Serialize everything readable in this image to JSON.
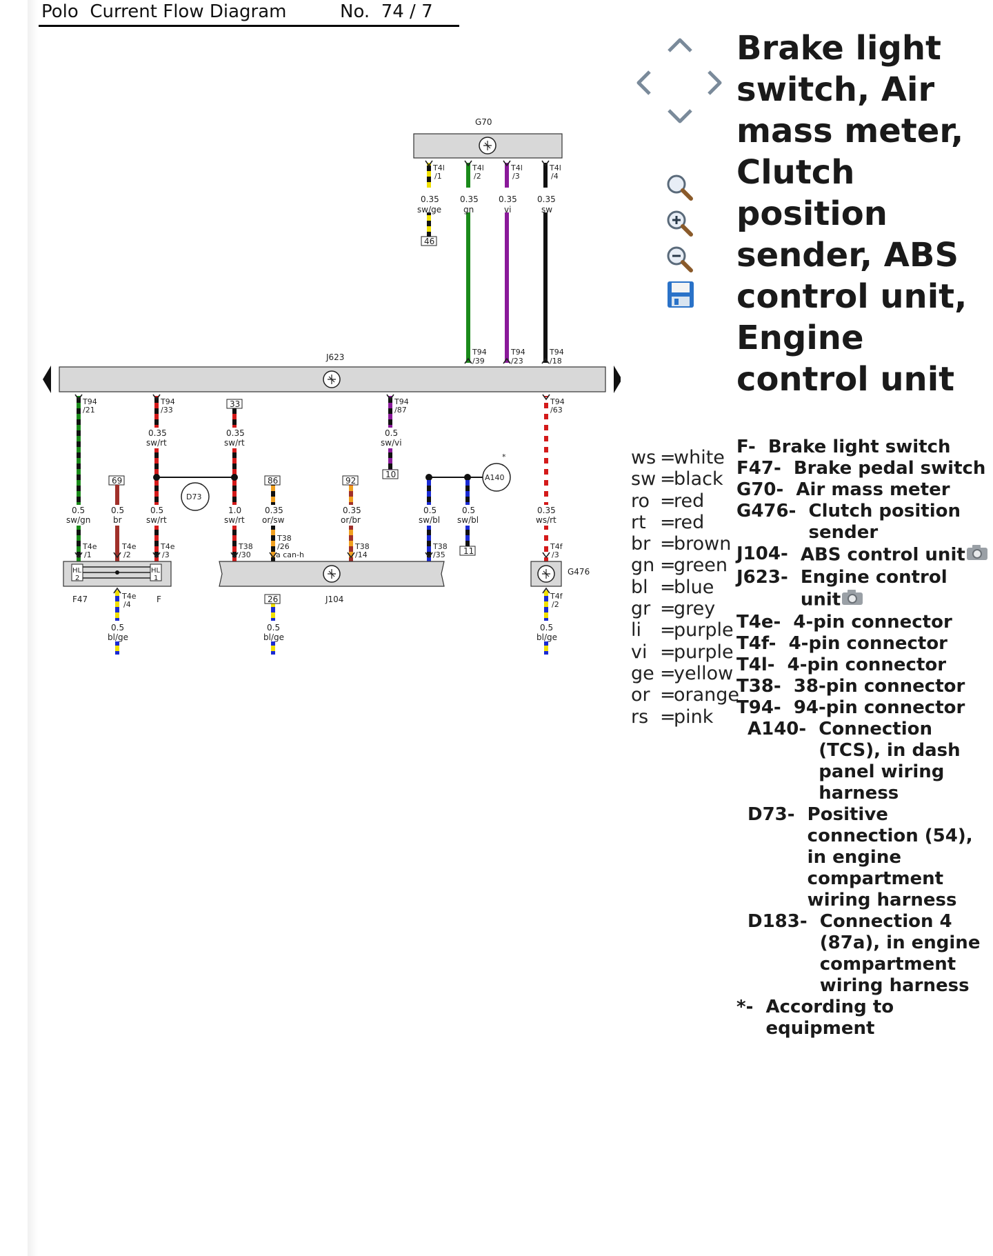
{
  "header": {
    "title": "Polo  Current Flow Diagram",
    "number": "No.  74 / 7"
  },
  "side_title": "Brake light switch, Air mass meter, Clutch position sender, ABS control unit, Engine control unit",
  "nav": {
    "icons": [
      "arrow-up-icon",
      "arrow-left-icon",
      "arrow-right-icon",
      "arrow-down-icon",
      "search-icon",
      "zoom-in-icon",
      "zoom-out-icon",
      "save-icon"
    ]
  },
  "colors": {
    "green": "#1a8a1a",
    "purple": "#8a1a9a",
    "red": "#d41a1a",
    "yellow": "#f0e000",
    "orange": "#f0a020",
    "blue": "#1a2ad4",
    "brown": "#a0302a",
    "black": "#111111",
    "component_fill": "#d8d8d8"
  },
  "color_legend": [
    {
      "k": "ws",
      "v": "white"
    },
    {
      "k": "sw",
      "v": "black"
    },
    {
      "k": "ro",
      "v": "red"
    },
    {
      "k": "rt",
      "v": "red"
    },
    {
      "k": "br",
      "v": "brown"
    },
    {
      "k": "gn",
      "v": "green"
    },
    {
      "k": "bl",
      "v": "blue"
    },
    {
      "k": "gr",
      "v": "grey"
    },
    {
      "k": "li",
      "v": "purple"
    },
    {
      "k": "vi",
      "v": "purple"
    },
    {
      "k": "ge",
      "v": "yellow"
    },
    {
      "k": "or",
      "v": "orange"
    },
    {
      "k": "rs",
      "v": "pink"
    }
  ],
  "parts": [
    {
      "code": "F-  ",
      "desc": "Brake light switch"
    },
    {
      "code": "F47-  ",
      "desc": "Brake pedal switch"
    },
    {
      "code": "G70-  ",
      "desc": "Air mass meter"
    },
    {
      "code": "G476-  ",
      "desc": "Clutch position sender"
    },
    {
      "code": "J104-  ",
      "desc": "ABS control unit",
      "camera": true
    },
    {
      "code": "J623-  ",
      "desc": "Engine control unit",
      "camera": true
    },
    {
      "code": "T4e-  ",
      "desc": "4-pin connector"
    },
    {
      "code": "T4f-  ",
      "desc": "4-pin connector"
    },
    {
      "code": "T4l-  ",
      "desc": "4-pin connector"
    },
    {
      "code": "T38-  ",
      "desc": "38-pin connector"
    },
    {
      "code": "T94-  ",
      "desc": "94-pin connector"
    },
    {
      "code": "A140-  ",
      "desc": "Connection (TCS), in dash panel wiring harness",
      "indent": true
    },
    {
      "code": "D73-  ",
      "desc": "Positive connection (54), in engine compartment wiring harness",
      "indent": true
    },
    {
      "code": "D183-  ",
      "desc": "Connection 4 (87a), in engine compartment wiring harness",
      "indent": true
    },
    {
      "code": "*-  ",
      "desc": "According to equipment"
    }
  ],
  "diagram": {
    "components": {
      "G70": "G70",
      "J623": "J623",
      "J104": "J104",
      "G476": "G476",
      "F47": "F47",
      "F": "F",
      "D73": "D73",
      "A140": "A140",
      "star": "*"
    },
    "g70_wires": [
      {
        "pin": "T4l\n/1",
        "size": "0.35",
        "color": "sw/ge",
        "ref": "46"
      },
      {
        "pin": "T4l\n/2",
        "size": "0.35",
        "color": "gn"
      },
      {
        "pin": "T4l\n/3",
        "size": "0.35",
        "color": "vi"
      },
      {
        "pin": "T4l\n/4",
        "size": "0.35",
        "color": "sw"
      }
    ],
    "j623_top_pins": [
      "T94\n/39",
      "T94\n/23",
      "T94\n/18"
    ],
    "j623_bottom_pins": [
      "T94\n/21",
      "T94\n/33",
      "33",
      "T94\n/87",
      "T94\n/63"
    ],
    "wire_labels": [
      {
        "size": "0.35",
        "color": "sw/rt"
      },
      {
        "size": "0.35",
        "color": "sw/rt"
      },
      {
        "size": "0.5",
        "color": "sw/vi"
      },
      {
        "size": "0.5",
        "color": "sw/gn"
      },
      {
        "size": "0.5",
        "color": "br"
      },
      {
        "size": "0.5",
        "color": "sw/rt"
      },
      {
        "size": "1.0",
        "color": "sw/rt"
      },
      {
        "size": "0.35",
        "color": "or/sw"
      },
      {
        "size": "0.35",
        "color": "or/br"
      },
      {
        "size": "0.5",
        "color": "sw/bl"
      },
      {
        "size": "0.5",
        "color": "sw/bl"
      },
      {
        "size": "0.35",
        "color": "ws/rt"
      },
      {
        "size": "0.5",
        "color": "bl/ge"
      },
      {
        "size": "0.5",
        "color": "bl/ge"
      },
      {
        "size": "0.5",
        "color": "bl/ge"
      }
    ],
    "refs": [
      "69",
      "86",
      "92",
      "10",
      "11",
      "26"
    ],
    "connector_pins": [
      "T4e\n/1",
      "T4e\n/2",
      "T4e\n/3",
      "T38\n/30",
      "T38\n/26",
      "a can-h",
      "T38\n/14",
      "T38\n/35",
      "T4f\n/3",
      "T4e\n/4",
      "T4f\n/2"
    ],
    "f47_labels": [
      "HL\n2",
      "HL\n1"
    ]
  }
}
